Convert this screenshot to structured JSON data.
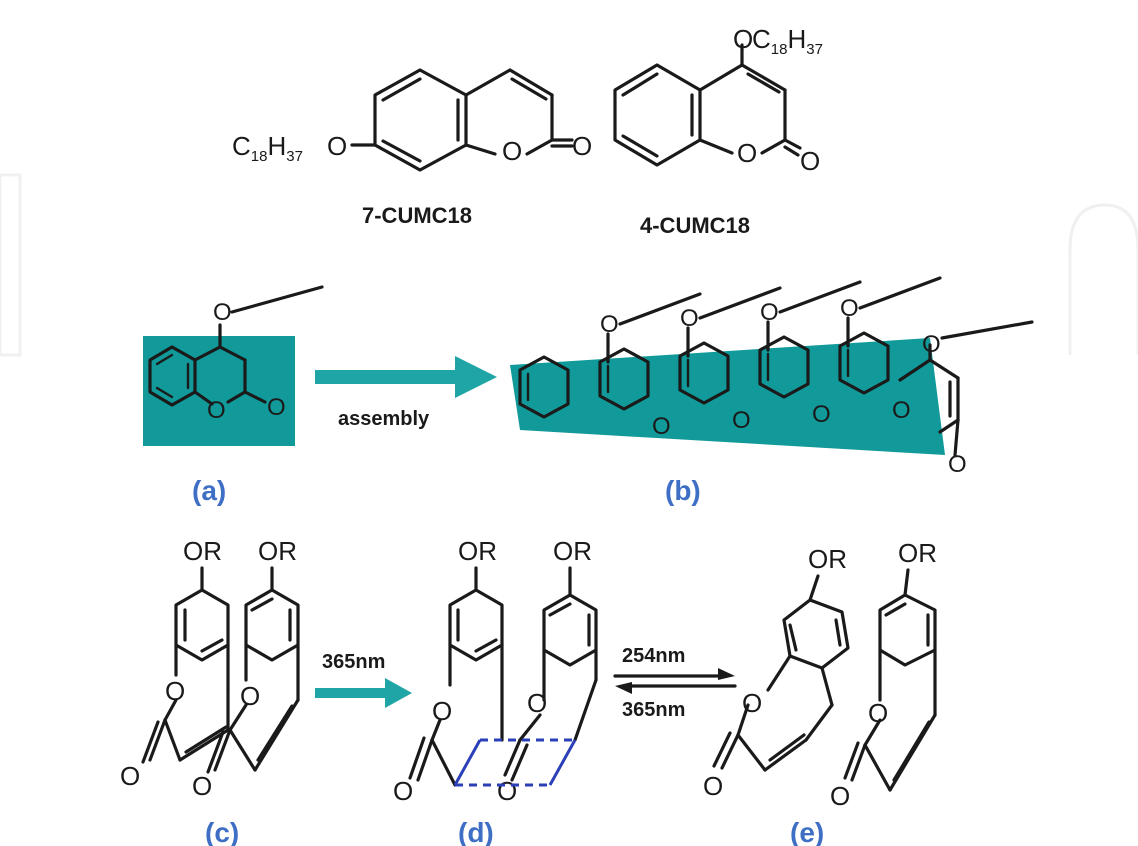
{
  "compounds": {
    "c1": {
      "name": "7-CUMC18",
      "chain_main": "C",
      "chain_sub1": "18",
      "chain_h": "H",
      "chain_sub2": "37",
      "o_link": "O",
      "o_ring": "O",
      "o_keto": "O"
    },
    "c2": {
      "name": "4-CUMC18",
      "chain_o": "O",
      "chain_main": "C",
      "chain_sub1": "18",
      "chain_h": "H",
      "chain_sub2": "37",
      "o_ring": "O",
      "o_keto": "O"
    }
  },
  "assembly": {
    "arrow_label": "assembly",
    "panel_a": "(a)",
    "panel_b": "(b)",
    "o_label": "O"
  },
  "reaction": {
    "panel_c": "(c)",
    "panel_d": "(d)",
    "panel_e": "(e)",
    "substituent": "OR",
    "o_label": "O",
    "cond_forward": "365nm",
    "cond_eq_top": "254nm",
    "cond_eq_bottom": "365nm"
  },
  "colors": {
    "highlight": "#129a9a",
    "panel_label": "#3f6fc4",
    "dashed_bond": "#2a3fb8"
  }
}
